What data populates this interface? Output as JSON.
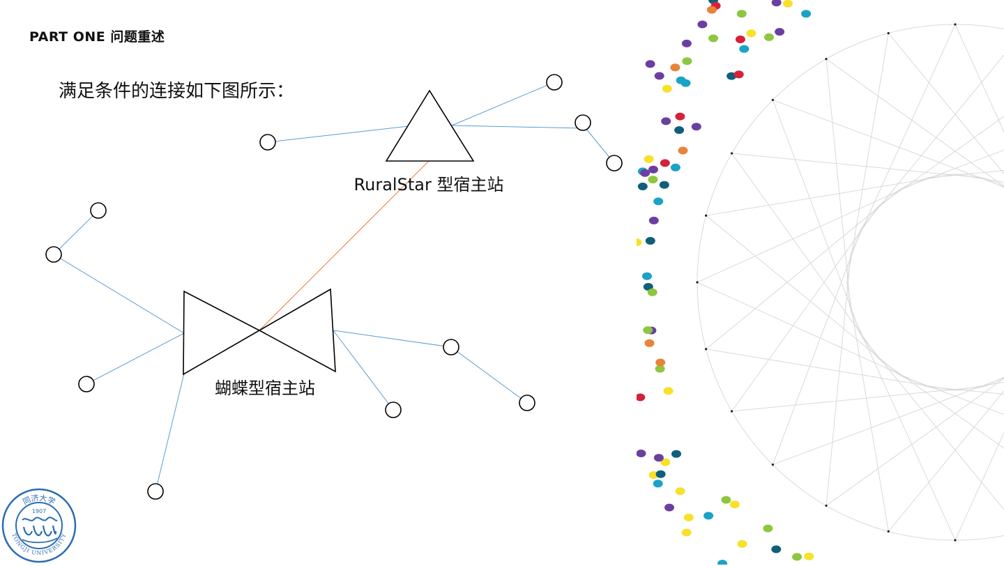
{
  "header": {
    "section": "PART ONE  问题重述"
  },
  "intro": {
    "text": "满足条件的连接如下图所示："
  },
  "diagram": {
    "labels": {
      "ruralstar": "RuralStar 型宿主站",
      "butterfly": "蝴蝶型宿主站"
    }
  },
  "logo": {
    "name": "tongji-university-seal",
    "text_top": "同济大学",
    "year": "1907",
    "text_bottom": "TONGJI UNIVERSITY"
  },
  "colors": {
    "link": "#5b9bd5",
    "backhaul": "#ed7d31",
    "outline": "#000000",
    "seal": "#2a6cb2",
    "dots": [
      "#1aa3c6",
      "#6b3fa0",
      "#8dc63f",
      "#f7e12a",
      "#e8833a",
      "#d6213b",
      "#0f5f7a"
    ]
  }
}
